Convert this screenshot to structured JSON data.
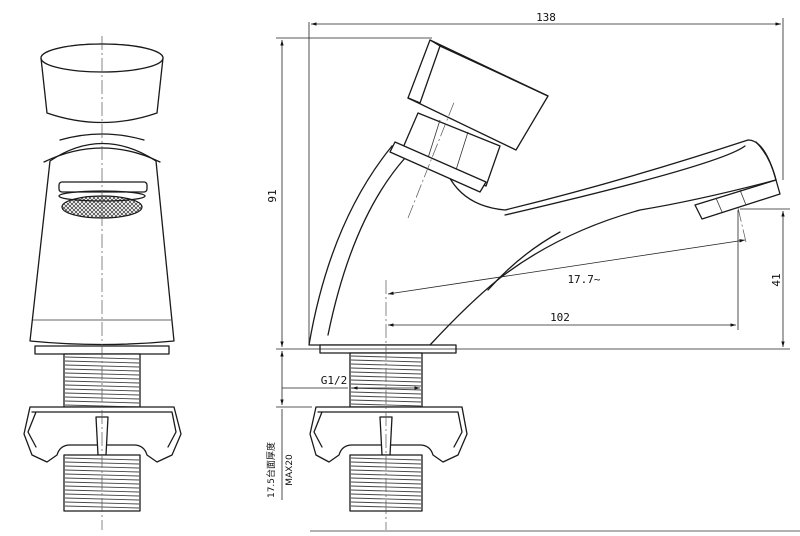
{
  "dimensions": {
    "overall_length": "138",
    "overall_height": "91",
    "spout_height": "41",
    "spout_reach": "102",
    "spout_offset": "17.7~",
    "thread_size": "G1/2",
    "counter_thickness_line1": "17.5台面厚度",
    "counter_thickness_line2": "MAX20"
  },
  "colors": {
    "line": "#1a1a1a",
    "background": "#ffffff"
  }
}
